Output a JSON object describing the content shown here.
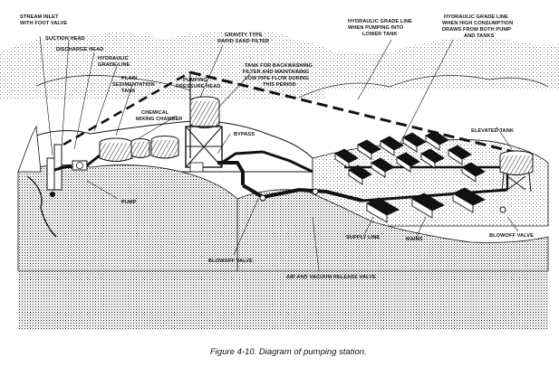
{
  "caption": "Figure 4-10.  Diagram of pumping station.",
  "labels": {
    "stream_inlet_1": "STREAM INLET",
    "stream_inlet_2": "WITH FOOT VALVE",
    "suction_head": "SUCTION HEAD",
    "discharge_head": "DISCHARGE HEAD",
    "hyd_grade_1": "HYDRAULIC",
    "hyd_grade_2": "GRADE LINE",
    "plain_sed_1": "PLAIN",
    "plain_sed_2": "SEDIMENTATION",
    "plain_sed_3": "TANK",
    "chem_mix_1": "CHEMICAL",
    "chem_mix_2": "MIXING CHAMBER",
    "pump": "PUMP",
    "pumping_pressure_1": "PUMPING",
    "pumping_pressure_2": "PRESSURE HEAD",
    "gravity_filter_1": "GRAVITY TYPE",
    "gravity_filter_2": "RAPID SAND FILTER",
    "tank_backwash_1": "TANK FOR BACKWASHING",
    "tank_backwash_2": "FILTER AND MAINTAINING",
    "tank_backwash_3": "LOW PIPE FLOW DURING",
    "tank_backwash_4": "THIS PERIOD",
    "bypass": "BYPASS",
    "hgl_lower_1": "HYDRAULIC GRADE LINE",
    "hgl_lower_2": "WHEN PUMPING INTO",
    "hgl_lower_3": "LOWER TANK",
    "hgl_high_1": "HYDRAULIC GRADE LINE",
    "hgl_high_2": "WHEN HIGH CONSUMPTION",
    "hgl_high_3": "DRAWS FROM BOTH PUMP",
    "hgl_high_4": "AND TANKS",
    "elevated_tank": "ELEVATED TANK",
    "blowoff_valve_left": "BLOWOFF VALVE",
    "air_vacuum": "AIR AND VACUUM RELEASE VALVE",
    "supply_line": "SUPPLY LINE",
    "mains": "MAINS",
    "blowoff_valve_right": "BLOWOFF VALVE"
  },
  "icons": {
    "settling_tanks": "cylinder-tank-icon",
    "filter_tower": "filter-tower-icon",
    "elevated_tank": "water-tower-icon",
    "buildings": "barracks-building-icon",
    "pump": "pump-icon",
    "valve": "valve-icon"
  }
}
